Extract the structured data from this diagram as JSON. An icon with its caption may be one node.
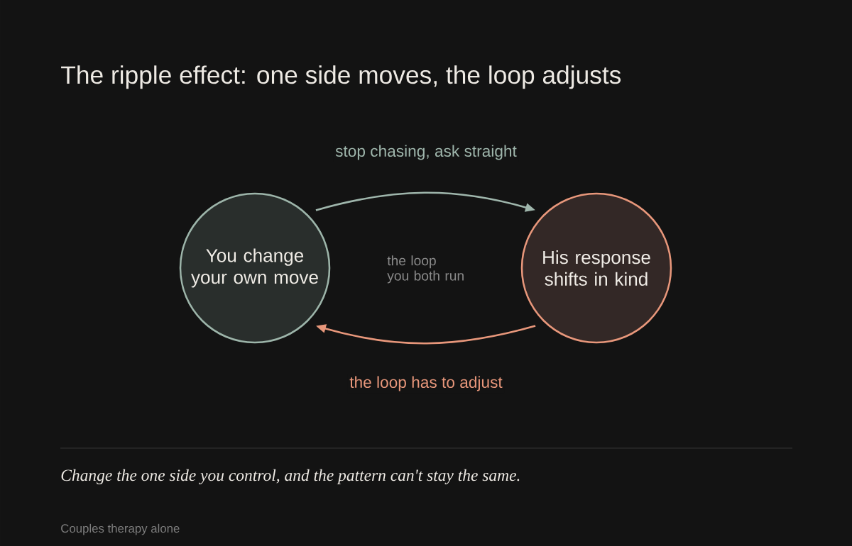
{
  "diagram": {
    "title": "The ripple effect: one side moves, the loop adjusts",
    "caption": "Change the one side you control, and the pattern can't stay the same.",
    "nodes": [
      {
        "text": [
          "You change your own move"
        ]
      },
      {
        "text": [
          "His response shifts in kind"
        ]
      }
    ],
    "edges": [
      {
        "from": 0,
        "to": 1,
        "arrow": "to",
        "label": "stop chasing, ask straight",
        "color": "#9fb6ac"
      },
      {
        "from": 1,
        "to": 0,
        "arrow": "to",
        "label": "the loop has to adjust",
        "color": "#e8977b"
      }
    ],
    "labels": [
      "the loop you both run",
      "Couples therapy alone"
    ]
  }
}
